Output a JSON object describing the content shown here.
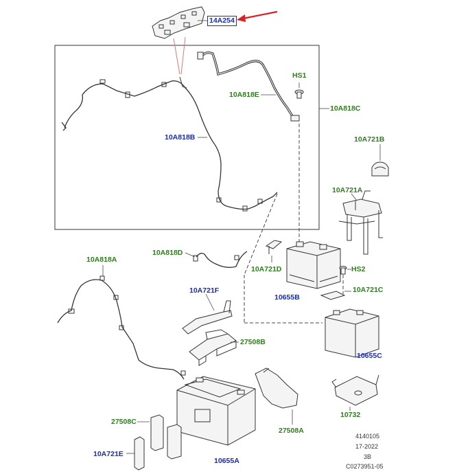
{
  "labels": {
    "l_14A254": "14A254",
    "l_HS1": "HS1",
    "l_10A818E": "10A818E",
    "l_10A818C": "10A818C",
    "l_10A818B": "10A818B",
    "l_10A721B": "10A721B",
    "l_10A721A": "10A721A",
    "l_10A818D": "10A818D",
    "l_10A818A": "10A818A",
    "l_10A721D": "10A721D",
    "l_HS2": "HS2",
    "l_10655B": "10655B",
    "l_10A721F": "10A721F",
    "l_10A721C": "10A721C",
    "l_27508B": "27508B",
    "l_10655C": "10655C",
    "l_27508C": "27508C",
    "l_10732": "10732",
    "l_27508A": "27508A",
    "l_10A721E": "10A721E",
    "l_10655A": "10655A"
  },
  "meta": {
    "line1": "4140105",
    "line2": "17-2022",
    "line3": "3B",
    "line4": "C0273951-05"
  },
  "colors": {
    "green_label": "#2e7d1e",
    "blue_label": "#1a2bc4",
    "highlight_arrow": "#e02020",
    "line": "#333333"
  }
}
